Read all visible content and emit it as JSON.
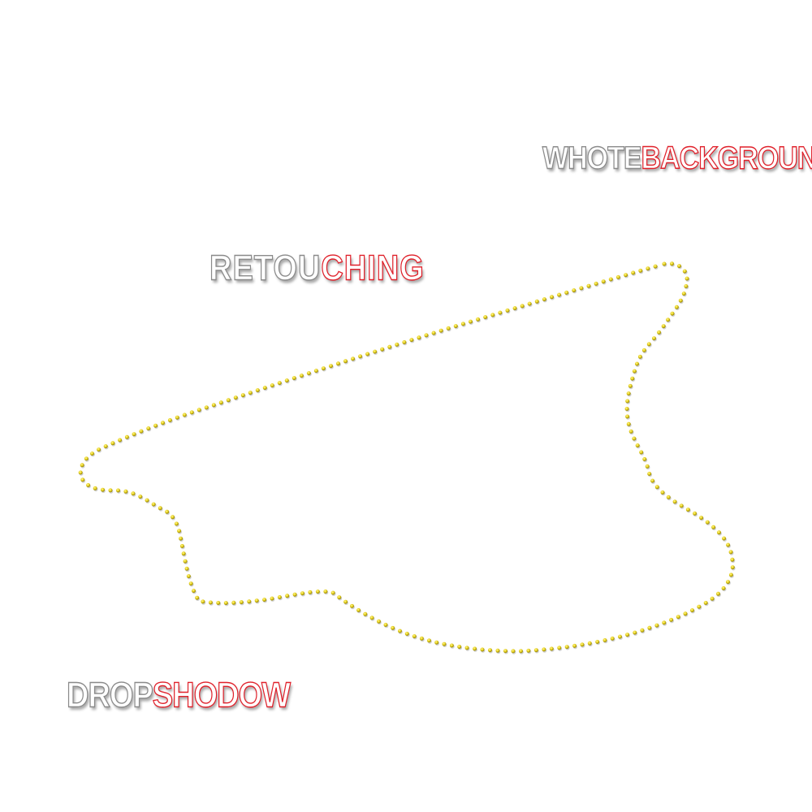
{
  "labels": {
    "white_background": {
      "part1": "WHOTE ",
      "part2": "BACKGROUND"
    },
    "retouching": {
      "part1": "RETOU",
      "part2": "CHING"
    },
    "drop_shadow": {
      "part1": "DROP ",
      "part2": "SHODOW"
    }
  },
  "colors": {
    "outline_dot": "#e8d21a",
    "outline_dot_shadow": "#9a8a10",
    "text_stroke_gray": "#8a8a8a",
    "text_stroke_red": "#e0202a",
    "background": "#ffffff"
  },
  "shape": {
    "name": "cap-outline",
    "style": "dotted"
  }
}
